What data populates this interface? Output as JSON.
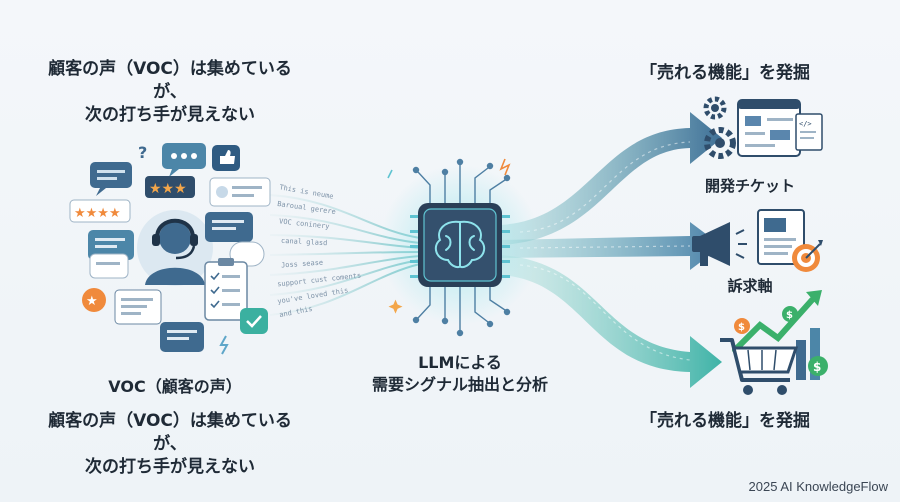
{
  "left": {
    "heading_line1": "顧客の声（VOC）は集めているが、",
    "heading_line2": "次の打ち手が見えない",
    "voc_label": "VOC（顧客の声）",
    "subtext_line1": "顧客の声（VOC）は集めているが、",
    "subtext_line2": "次の打ち手が見えない",
    "stream_snippets": [
      "This is neume",
      "Baroual gerere",
      "VOC coninery",
      "canal glasd",
      "Joss sease",
      "support cust coments",
      "you've loved this",
      "and this"
    ]
  },
  "center": {
    "caption_line1": "LLMによる",
    "caption_line2": "需要シグナル抽出と分析"
  },
  "right": {
    "heading": "「売れる機能」を発掘",
    "output_1": "開発チケット",
    "output_2": "訴求軸",
    "footer_heading": "「売れる機能」を発掘"
  },
  "copyright": "2025 AI KnowledgeFlow",
  "colors": {
    "navy": "#2f4d6b",
    "teal": "#4fb3b0",
    "blue": "#5a86ad",
    "orange": "#f08a3c",
    "green": "#3bb06b",
    "chip_dark": "#2a3f57"
  },
  "icons": [
    "chat-bubble-icon",
    "headset-agent-icon",
    "star-rating-icon",
    "thumbs-up-icon",
    "checklist-icon",
    "brain-chip-icon",
    "gear-icon",
    "code-window-icon",
    "megaphone-icon",
    "target-icon",
    "shopping-cart-icon",
    "dollar-icon",
    "trend-arrow-icon"
  ]
}
